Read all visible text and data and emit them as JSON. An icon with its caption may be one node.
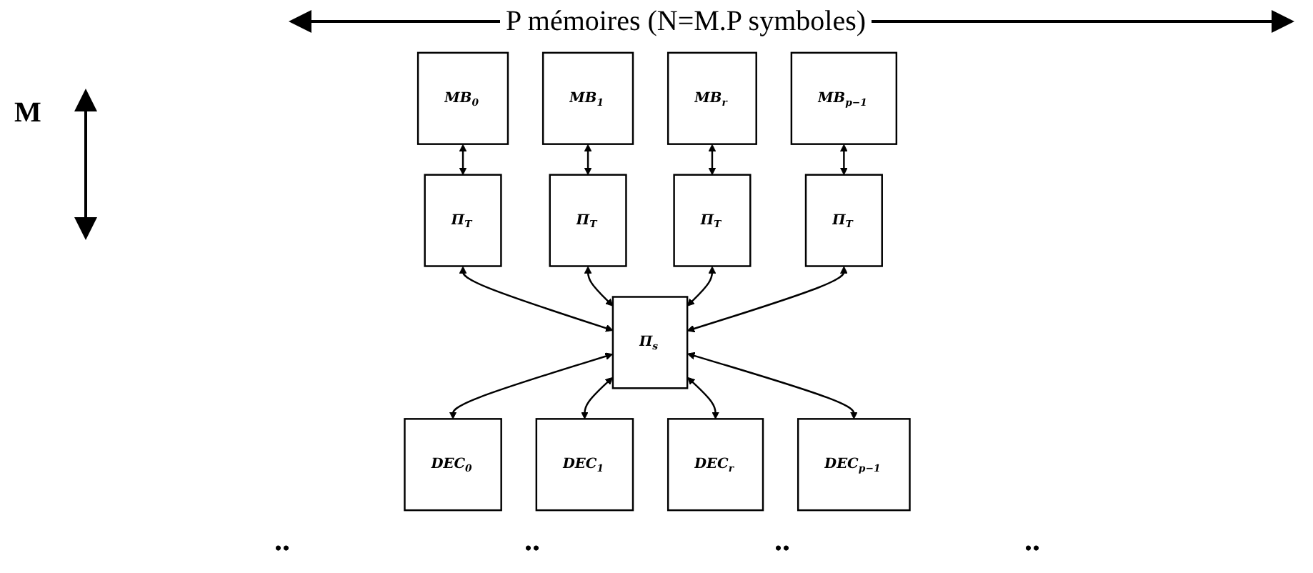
{
  "diagram": {
    "nodes": [
      {
        "text": [
          "MB$_{0}$"
        ]
      },
      {
        "text": [
          "MB$_{1}$"
        ]
      },
      {
        "text": [
          "MB$_{r}$"
        ]
      },
      {
        "text": [
          "MB$_{p−1}$"
        ]
      },
      {
        "text": [
          "Π$_{T}$"
        ]
      },
      {
        "text": [
          "Π$_{T}$"
        ]
      },
      {
        "text": [
          "Π$_{T}$"
        ]
      },
      {
        "text": [
          "Π$_{T}$"
        ]
      },
      {
        "text": [
          "Π$_{s}$"
        ]
      },
      {
        "text": [
          "DEC$_{0}$"
        ]
      },
      {
        "text": [
          "DEC$_{1}$"
        ]
      },
      {
        "text": [
          "DEC$_{r}$"
        ]
      },
      {
        "text": [
          "DEC$_{p−1}$"
        ]
      }
    ],
    "edges": [
      {
        "from": 0,
        "to": 4,
        "arrow": "both"
      },
      {
        "from": 1,
        "to": 5,
        "arrow": "both"
      },
      {
        "from": 2,
        "to": 6,
        "arrow": "both"
      },
      {
        "from": 3,
        "to": 7,
        "arrow": "both"
      },
      {
        "from": 4,
        "to": 8,
        "arrow": "both"
      },
      {
        "from": 5,
        "to": 8,
        "arrow": "both"
      },
      {
        "from": 6,
        "to": 8,
        "arrow": "both"
      },
      {
        "from": 7,
        "to": 8,
        "arrow": "both"
      },
      {
        "from": 8,
        "to": 9,
        "arrow": "both"
      },
      {
        "from": 8,
        "to": 10,
        "arrow": "both"
      },
      {
        "from": 8,
        "to": 11,
        "arrow": "both"
      },
      {
        "from": 8,
        "to": 12,
        "arrow": "both"
      }
    ],
    "labels": [
      "P mémoires (N=M.P symboles)",
      "M",
      "..",
      "..",
      "..",
      ".."
    ]
  }
}
